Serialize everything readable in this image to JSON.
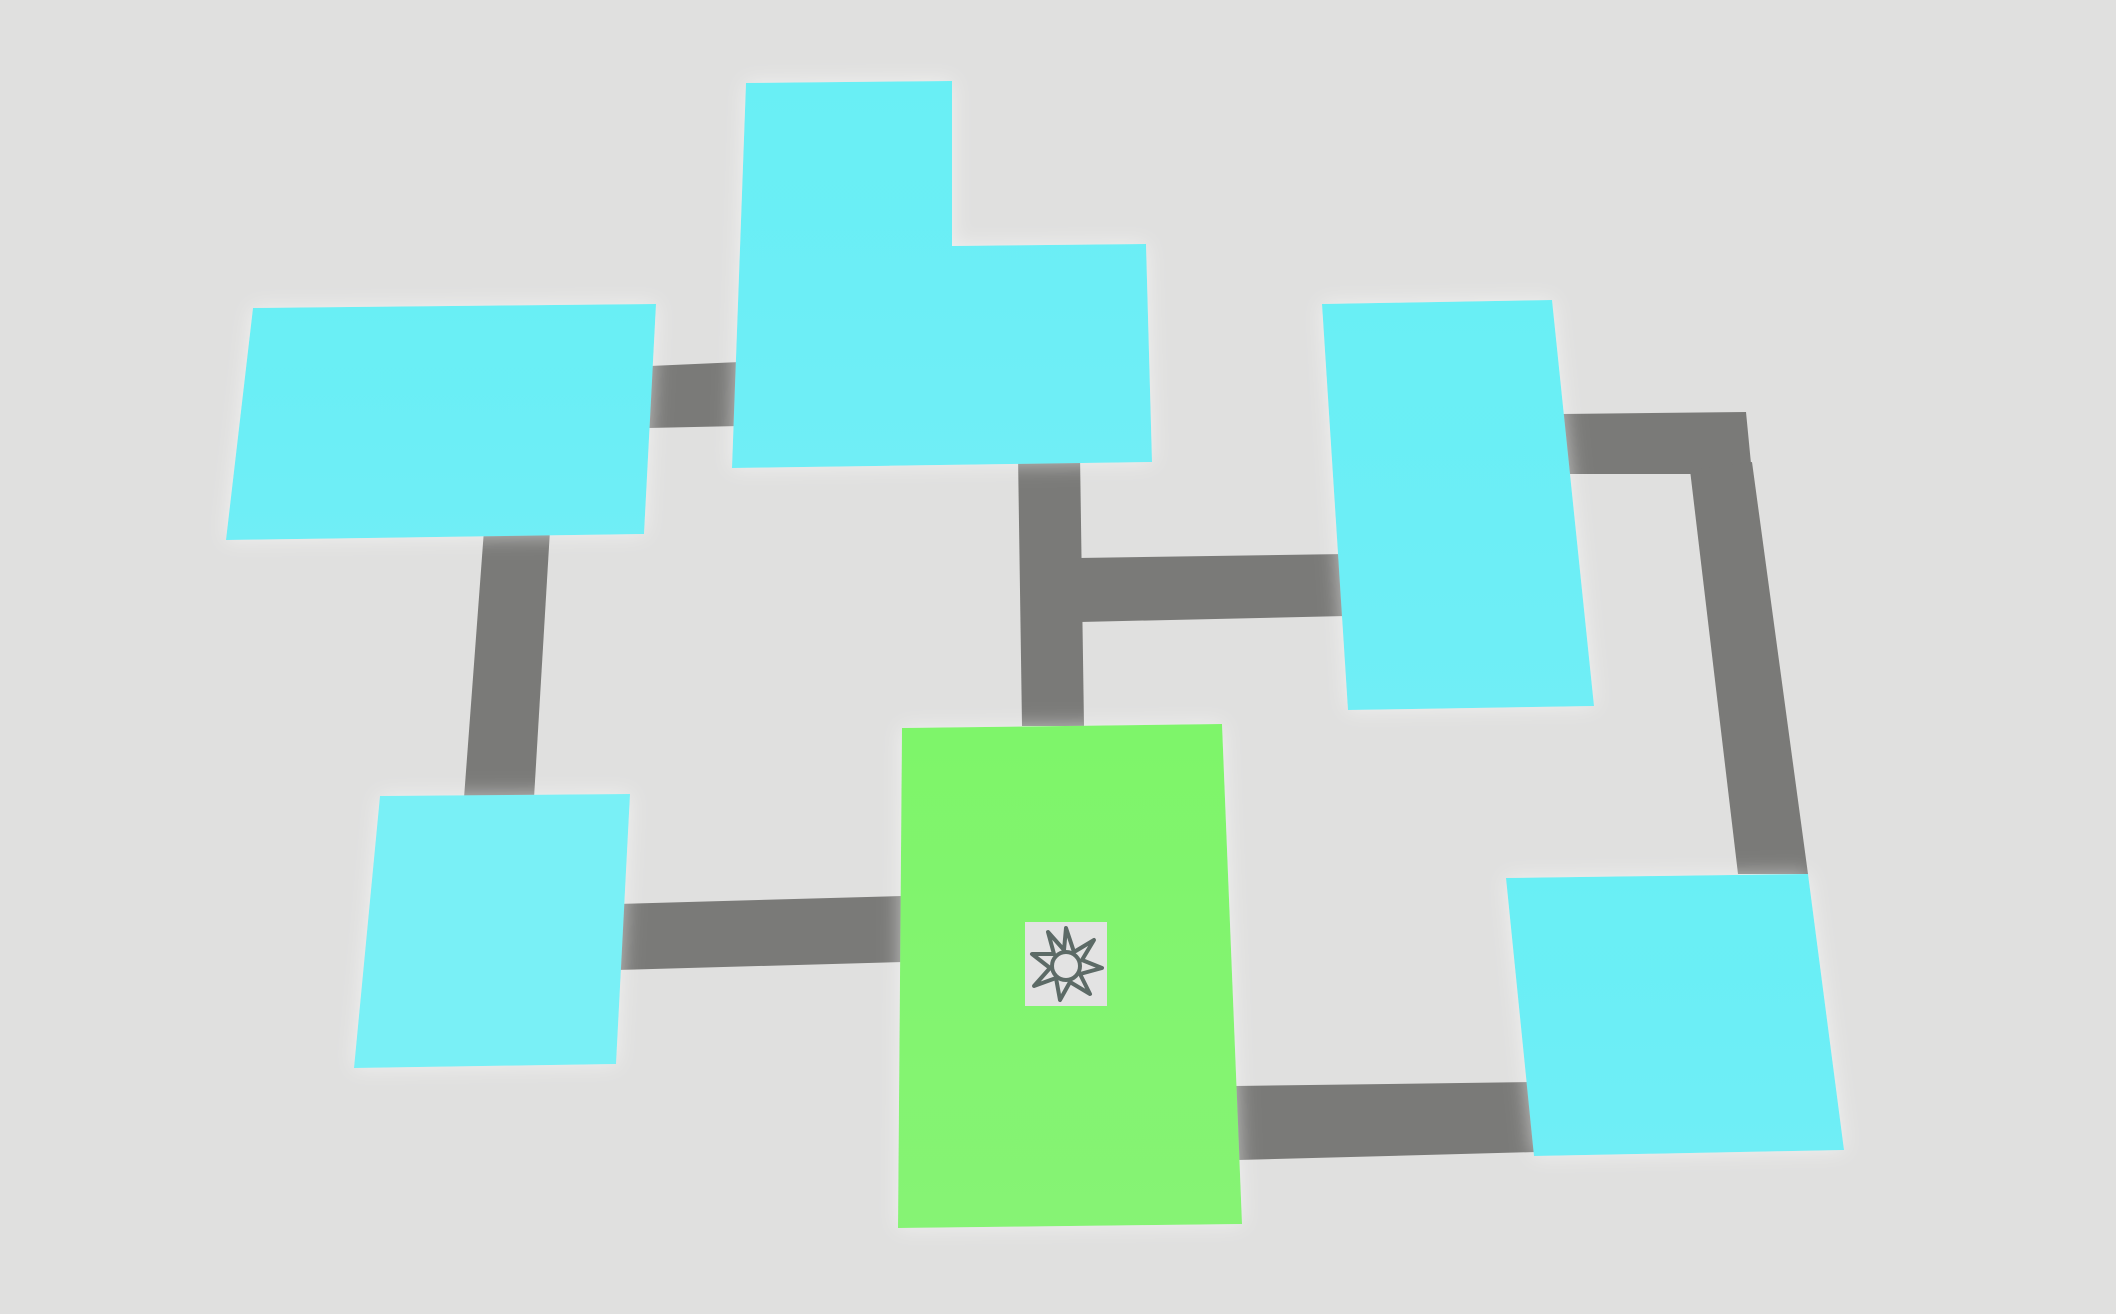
{
  "scene": {
    "background": "#e0e0df",
    "colors": {
      "corridor": "#7a7a78",
      "room": "#6aeff5",
      "current_room": "#7ff56a",
      "marker_tile": "#e3e3e3",
      "marker_icon": "#5c6a66"
    },
    "rooms": [
      {
        "name": "room-top-left",
        "type": "room",
        "current": false
      },
      {
        "name": "room-top-center-l-shaped",
        "type": "room",
        "current": false
      },
      {
        "name": "room-right-upper",
        "type": "room",
        "current": false
      },
      {
        "name": "room-bottom-left",
        "type": "room",
        "current": false
      },
      {
        "name": "room-current",
        "type": "room",
        "current": true
      },
      {
        "name": "room-bottom-right",
        "type": "room",
        "current": false
      }
    ],
    "player_marker": {
      "icon": "compass-star-icon"
    }
  }
}
